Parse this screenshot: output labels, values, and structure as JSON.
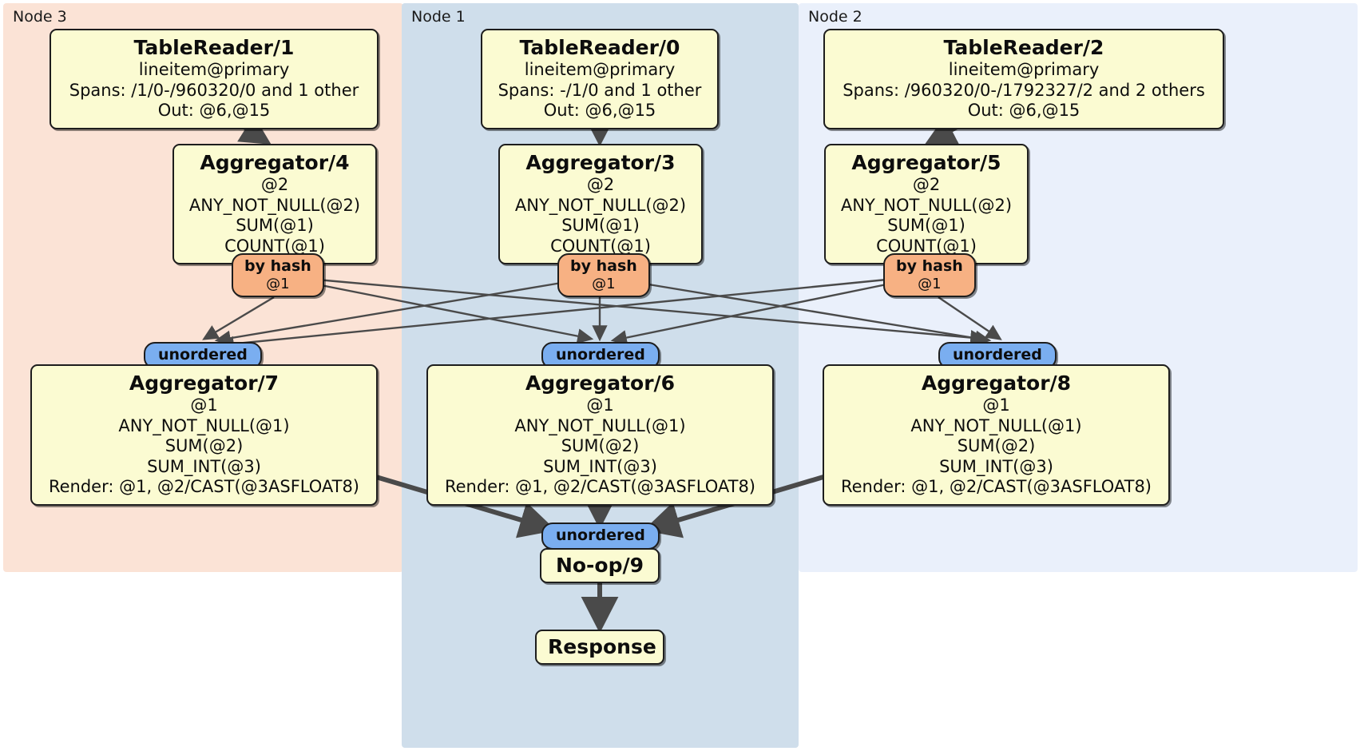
{
  "diagram": {
    "type": "distributed-query-plan",
    "colors": {
      "node3_panel": "#fbe3d6",
      "node1_panel": "#cfdeeb",
      "node2_panel": "#eaf0fb",
      "processor_box": "#fbfbd2",
      "router_pill": "#f7b183",
      "collector_pill": "#7aaef0",
      "edge": "#4a4a4a"
    }
  },
  "nodes": {
    "node3": {
      "label": "Node 3"
    },
    "node1": {
      "label": "Node 1"
    },
    "node2": {
      "label": "Node 2"
    }
  },
  "processors": {
    "table_reader_1": {
      "title": "TableReader/1",
      "lines": [
        "lineitem@primary",
        "Spans: /1/0-/960320/0 and 1 other",
        "Out: @6,@15"
      ]
    },
    "table_reader_0": {
      "title": "TableReader/0",
      "lines": [
        "lineitem@primary",
        "Spans: -/1/0 and 1 other",
        "Out: @6,@15"
      ]
    },
    "table_reader_2": {
      "title": "TableReader/2",
      "lines": [
        "lineitem@primary",
        "Spans: /960320/0-/1792327/2 and 2 others",
        "Out: @6,@15"
      ]
    },
    "aggregator_4": {
      "title": "Aggregator/4",
      "lines": [
        "@2",
        "ANY_NOT_NULL(@2)",
        "SUM(@1)",
        "COUNT(@1)"
      ]
    },
    "aggregator_3": {
      "title": "Aggregator/3",
      "lines": [
        "@2",
        "ANY_NOT_NULL(@2)",
        "SUM(@1)",
        "COUNT(@1)"
      ]
    },
    "aggregator_5": {
      "title": "Aggregator/5",
      "lines": [
        "@2",
        "ANY_NOT_NULL(@2)",
        "SUM(@1)",
        "COUNT(@1)"
      ]
    },
    "aggregator_7": {
      "title": "Aggregator/7",
      "lines": [
        "@1",
        "ANY_NOT_NULL(@1)",
        "SUM(@2)",
        "SUM_INT(@3)",
        "Render: @1, @2/CAST(@3ASFLOAT8)"
      ]
    },
    "aggregator_6": {
      "title": "Aggregator/6",
      "lines": [
        "@1",
        "ANY_NOT_NULL(@1)",
        "SUM(@2)",
        "SUM_INT(@3)",
        "Render: @1, @2/CAST(@3ASFLOAT8)"
      ]
    },
    "aggregator_8": {
      "title": "Aggregator/8",
      "lines": [
        "@1",
        "ANY_NOT_NULL(@1)",
        "SUM(@2)",
        "SUM_INT(@3)",
        "Render: @1, @2/CAST(@3ASFLOAT8)"
      ]
    },
    "noop_9": {
      "title": "No-op/9"
    },
    "response": {
      "title": "Response"
    }
  },
  "routers": {
    "by_hash_left": {
      "title": "by hash",
      "sub": "@1"
    },
    "by_hash_center": {
      "title": "by hash",
      "sub": "@1"
    },
    "by_hash_right": {
      "title": "by hash",
      "sub": "@1"
    }
  },
  "collectors": {
    "unordered_left": {
      "title": "unordered"
    },
    "unordered_center": {
      "title": "unordered"
    },
    "unordered_right": {
      "title": "unordered"
    },
    "unordered_final": {
      "title": "unordered"
    }
  }
}
